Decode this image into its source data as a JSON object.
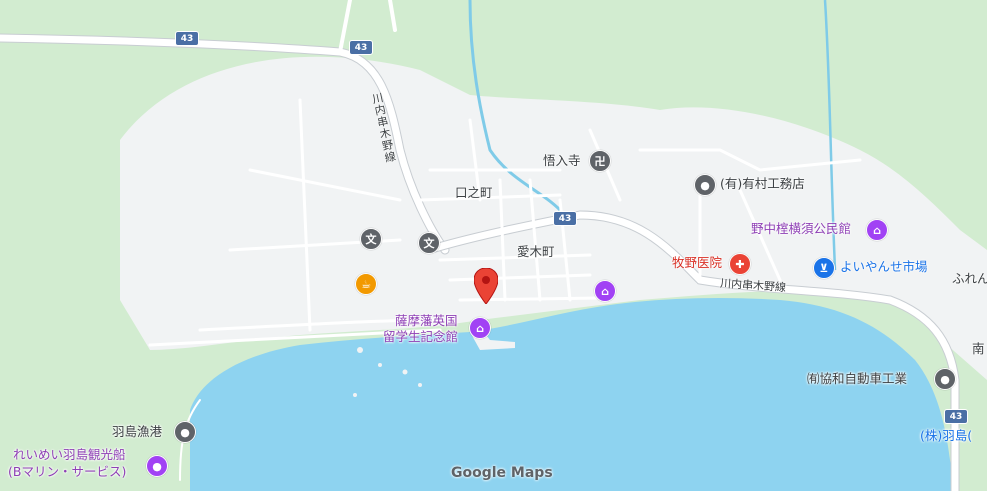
{
  "map": {
    "colors": {
      "land_green": "#d2ecd0",
      "town": "#f1f3f4",
      "water": "#8ed3f0",
      "road": "#ffffff",
      "river": "#7fcbe8",
      "poi_gray": "#5f6368",
      "poi_purple": "#a142f4",
      "poi_red": "#ea4335",
      "poi_blue": "#1a73e8",
      "poi_orange": "#f29900",
      "marker": "#ea4335"
    },
    "branding": "Google Maps",
    "labels": {
      "goushou_ji": "悟入寺",
      "kuchinomachi": "口之町",
      "aikimachi": "愛木町",
      "arimura": "(有)有村工務店",
      "nonaka_hall": "野中榁横須公民館",
      "makino_clinic": "牧野医院",
      "yoiyanse": "よいやんせ市場",
      "museum_line1": "薩摩藩英国",
      "museum_line2": "留学生記念館",
      "kyowa": "㈲協和自動車工業",
      "hashima_port": "羽島漁港",
      "reimei_line1": "れいめい羽島観光船",
      "reimei_line2": "(Bマリン・サービス)",
      "hashima_co": "(株)羽島(",
      "edge_fure": "ふれん",
      "edge_minami": "南",
      "road_name_vertical": "川内串木野線",
      "road_name_horizontal": "川内串木野線"
    },
    "route_shields": [
      "43",
      "43",
      "43",
      "43"
    ],
    "icons": {
      "temple": "manji-icon",
      "school": "school-icon",
      "cafe": "cafe-icon",
      "museum": "museum-icon",
      "hospital": "hospital-icon",
      "shop": "shopping-cart-icon",
      "hall": "community-hall-icon",
      "place": "place-dot-icon"
    }
  }
}
